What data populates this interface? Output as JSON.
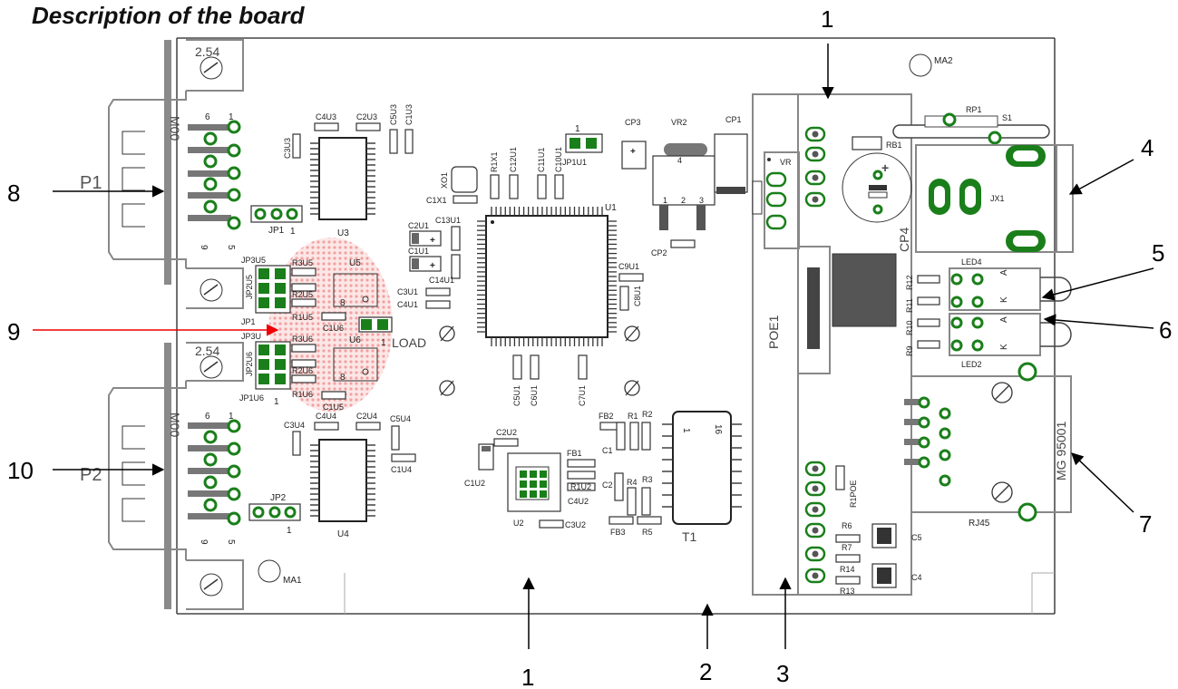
{
  "title": "Description of the board",
  "callouts": {
    "c1_top": "1",
    "c1_bottom": "1",
    "c2": "2",
    "c3": "3",
    "c4": "4",
    "c5": "5",
    "c6": "6",
    "c7": "7",
    "c8": "8",
    "c9": "9",
    "c10": "10"
  },
  "connectors": {
    "p1": "P1",
    "p2": "P2",
    "m00": "M00",
    "pin6": "6",
    "pin1": "1",
    "pin9": "9",
    "pin5": "5",
    "pitch": "2.54"
  },
  "labels": {
    "ma1": "MA1",
    "ma2": "MA2",
    "jp1": "JP1",
    "jp1_one": "1",
    "jp2": "JP2",
    "jp2_one": "1",
    "u3": "U3",
    "u4": "U4",
    "u5": "U5",
    "u6": "U6",
    "u1": "U1",
    "u2": "U2",
    "c4u3": "C4U3",
    "c2u3": "C2U3",
    "c5u3": "C5U3",
    "c1u3": "C1U3",
    "c3u3": "C3U3",
    "c3u4": "C3U4",
    "c4u4": "C4U4",
    "c2u4": "C2U4",
    "c5u4": "C5U4",
    "c1u4": "C1U4",
    "jp3u5": "JP3U5",
    "jp2u5": "JP2U5",
    "jp1u5": "JP1",
    "r3u5": "R3U5",
    "r2u5": "R2U5",
    "r1u5": "R1U5",
    "jp3u6": "JP3U",
    "jp2u6": "JP2U6",
    "jp1u6": "JP1U6",
    "r3u6": "R3U6",
    "r2u6": "R2U6",
    "r1u6": "R1U6",
    "c1u6": "C1U6",
    "c1u5": "C1U5",
    "load": "LOAD",
    "load_one": "1",
    "eight_a": "8",
    "eight_b": "8",
    "one_b": "1",
    "xo1": "XO1",
    "c1x1": "C1X1",
    "r1x1": "R1X1",
    "c12u1": "C12U1",
    "c11u1": "C11U1",
    "c10u1": "C10U1",
    "jp1u1": "JP1U1",
    "jp1u1_one": "1",
    "c2u1": "C2U1",
    "c13u1": "C13U1",
    "c1u1": "C1U1",
    "c14u1": "C14U1",
    "c3u1": "C3U1",
    "c4u1": "C4U1",
    "c9u1": "C9U1",
    "c8u1": "C8U1",
    "c5u1": "C5U1",
    "c6u1": "C6U1",
    "c7u1": "C7U1",
    "cp3": "CP3",
    "vr2": "VR2",
    "vr2_4": "4",
    "vr2_1": "1",
    "vr2_2": "2",
    "vr2_3": "3",
    "cp1": "CP1",
    "cp2": "CP2",
    "c2u2": "C2U2",
    "c1u2": "C1U2",
    "c3u2": "C3U2",
    "fb1": "FB1",
    "fb2": "FB2",
    "fb3": "FB3",
    "r1u2": "R1U2",
    "c4u2": "C4U2",
    "r1": "R1",
    "r2": "R2",
    "r3": "R3",
    "r4": "R4",
    "r5": "R5",
    "c1": "C1",
    "c2": "C2",
    "t1": "T1",
    "t1_1": "1",
    "t1_16": "16",
    "poe1": "POE1",
    "r1poe": "R1POE",
    "r6": "R6",
    "r7": "R7",
    "r14": "R14",
    "r13": "R13",
    "c5": "C5",
    "c4": "C4",
    "rb1": "RB1",
    "rp1": "RP1",
    "s1": "S1",
    "vr1": "VR",
    "cp4": "CP4",
    "jx1": "JX1",
    "plus": "+",
    "led4": "LED4",
    "led2": "LED2",
    "a1": "A",
    "k1": "K",
    "a2": "A",
    "k2": "K",
    "r12": "R12",
    "r11": "R11",
    "r10": "R10",
    "r9": "R9",
    "rj45": "RJ45",
    "mg": "MG 95001"
  }
}
